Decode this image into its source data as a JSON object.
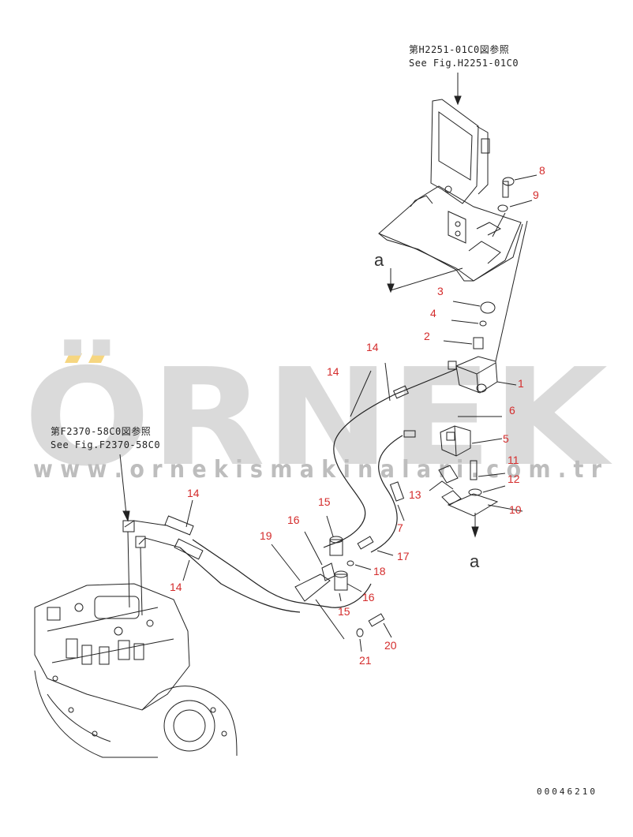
{
  "refs": {
    "top": {
      "jp": "第H2251-01C0図参照",
      "en": "See Fig.H2251-01C0"
    },
    "left": {
      "jp": "第F2370-58C0図参照",
      "en": "See Fig.F2370-58C0"
    }
  },
  "watermark": {
    "brand": "ÖRNEK",
    "url": "w w w . o r n e k i s m a k i n a l a r i . c o m . t r",
    "color": "#c8c8c8",
    "accent": "#f5d06a"
  },
  "view_label": "a",
  "doc_number": "00046210",
  "callouts": [
    "1",
    "2",
    "3",
    "4",
    "5",
    "6",
    "7",
    "8",
    "9",
    "10",
    "11",
    "12",
    "13",
    "14",
    "14",
    "14",
    "14",
    "15",
    "15",
    "16",
    "16",
    "17",
    "18",
    "19",
    "20",
    "21"
  ],
  "colors": {
    "callout": "#d42c2c",
    "line": "#222222"
  }
}
